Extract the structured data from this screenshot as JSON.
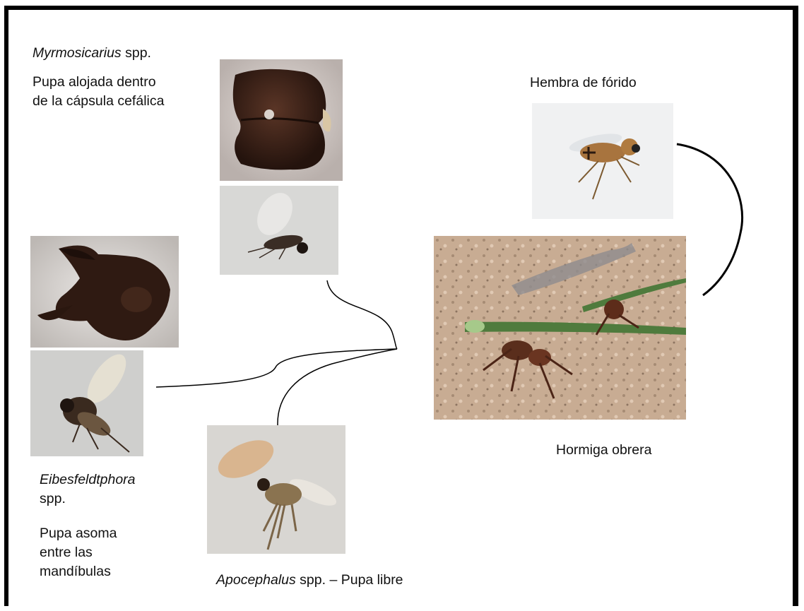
{
  "myrmosicarius": {
    "genus": "Myrmosicarius",
    "suffix": " spp.",
    "desc_line1": "Pupa alojada dentro",
    "desc_line2": "de la cápsula cefálica"
  },
  "eibesfeldtphora": {
    "genus": "Eibesfeldtphora",
    "suffix": "spp.",
    "desc_line1": "Pupa asoma",
    "desc_line2": "entre las",
    "desc_line3": "mandíbulas"
  },
  "apocephalus": {
    "genus": "Apocephalus",
    "suffix": " spp. – Pupa libre"
  },
  "hembra": {
    "label": "Hembra de fórido"
  },
  "hormiga": {
    "label": "Hormiga obrera"
  },
  "colors": {
    "frame": "#000000",
    "line": "#000000",
    "pupa_dark": "#3a2016",
    "sand": "#c9ab8f"
  },
  "icons": [
    "myrmosicarius-pupa-photo",
    "myrmosicarius-fly-photo",
    "eibesfeldtphora-pupa-photo",
    "eibesfeldtphora-fly-photo",
    "apocephalus-photo",
    "female-phorid-photo",
    "worker-ant-photo"
  ]
}
